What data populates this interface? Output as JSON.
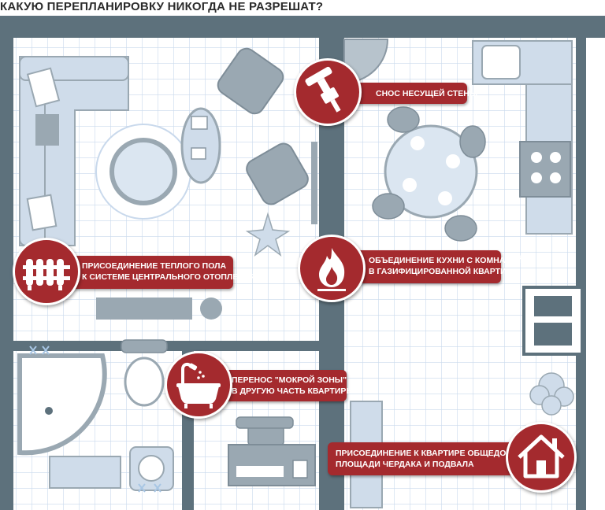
{
  "title": "КАКУЮ ПЕРЕПЛАНИРОВКУ НИКОГДА НЕ РАЗРЕШАТ?",
  "callouts": {
    "wall": {
      "icon": "jackhammer-icon",
      "line1": "СНОС НЕСУЩЕЙ СТЕНЫ"
    },
    "floor": {
      "icon": "radiator-icon",
      "line1": "ПРИСОЕДИНЕНИЕ ТЕПЛОГО ПОЛА",
      "line2": "К СИСТЕМЕ ЦЕНТРАЛЬНОГО ОТОПЛЕНИЯ"
    },
    "kitchen": {
      "icon": "flame-icon",
      "line1": "ОБЪЕДИНЕНИЕ КУХНИ С КОМНАТОЙ",
      "line2": "В ГАЗИФИЦИРОВАННОЙ КВАРТИРЕ"
    },
    "wet": {
      "icon": "bathtub-icon",
      "line1": "ПЕРЕНОС \"МОКРОЙ ЗОНЫ\"",
      "line2": "В ДРУГУЮ ЧАСТЬ КВАРТИРЫ"
    },
    "attic": {
      "icon": "house-icon",
      "line1": "ПРИСОЕДИНЕНИЕ К КВАРТИРЕ ОБЩЕДОМОВОЙ",
      "line2": "ПЛОЩАДИ ЧЕРДАКА И ПОДВАЛА"
    }
  },
  "colors": {
    "accent": "#a42a2e",
    "wall": "#5d717c",
    "furniture": "#9aa8b2",
    "grid": "#c9d9ec"
  }
}
